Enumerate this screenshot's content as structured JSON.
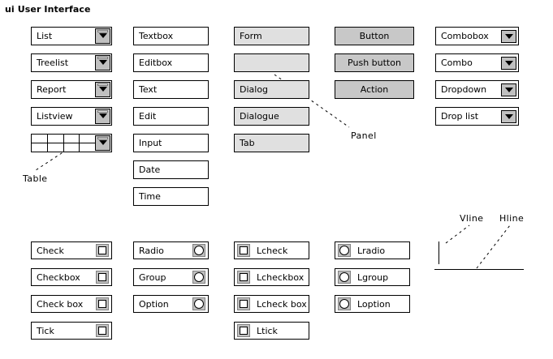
{
  "title": "ui User Interface",
  "columns": {
    "list_dropdowns": {
      "name": "list-dropdown-column",
      "items": [
        {
          "label": "List"
        },
        {
          "label": "Treelist"
        },
        {
          "label": "Report"
        },
        {
          "label": "Listview"
        },
        {
          "label": ""
        }
      ]
    },
    "textboxes": {
      "name": "textbox-column",
      "items": [
        {
          "label": "Textbox"
        },
        {
          "label": "Editbox"
        },
        {
          "label": "Text"
        },
        {
          "label": "Edit"
        },
        {
          "label": "Input"
        },
        {
          "label": "Date"
        },
        {
          "label": "Time"
        }
      ]
    },
    "panels": {
      "name": "panel-column",
      "items": [
        {
          "label": "Form"
        },
        {
          "label": ""
        },
        {
          "label": "Dialog"
        },
        {
          "label": "Dialogue"
        },
        {
          "label": "Tab"
        }
      ]
    },
    "buttons": {
      "name": "button-column",
      "items": [
        {
          "label": "Button"
        },
        {
          "label": "Push button"
        },
        {
          "label": "Action"
        }
      ]
    },
    "comboboxes": {
      "name": "combobox-column",
      "items": [
        {
          "label": "Combobox"
        },
        {
          "label": "Combo"
        },
        {
          "label": "Dropdown"
        },
        {
          "label": "Drop list"
        }
      ]
    },
    "checkboxes_right": {
      "name": "checkbox-right-column",
      "items": [
        {
          "label": "Check"
        },
        {
          "label": "Checkbox"
        },
        {
          "label": "Check box"
        },
        {
          "label": "Tick"
        }
      ]
    },
    "radios_right": {
      "name": "radio-right-column",
      "items": [
        {
          "label": "Radio"
        },
        {
          "label": "Group"
        },
        {
          "label": "Option"
        }
      ]
    },
    "checkboxes_left": {
      "name": "checkbox-left-column",
      "items": [
        {
          "label": "Lcheck"
        },
        {
          "label": "Lcheckbox"
        },
        {
          "label": "Lcheck box"
        },
        {
          "label": "Ltick"
        }
      ]
    },
    "radios_left": {
      "name": "radio-left-column",
      "items": [
        {
          "label": "Lradio"
        },
        {
          "label": "Lgroup"
        },
        {
          "label": "Loption"
        }
      ]
    }
  },
  "annotations": {
    "table": "Table",
    "panel": "Panel",
    "vline": "Vline",
    "hline": "Hline"
  },
  "colors": {
    "background": "#ffffff",
    "outline": "#000000",
    "panel_fill": "#e0e0e0",
    "button_fill": "#c8c8c8",
    "control_fill": "#c0c0c0",
    "field_fill": "#ffffff"
  }
}
